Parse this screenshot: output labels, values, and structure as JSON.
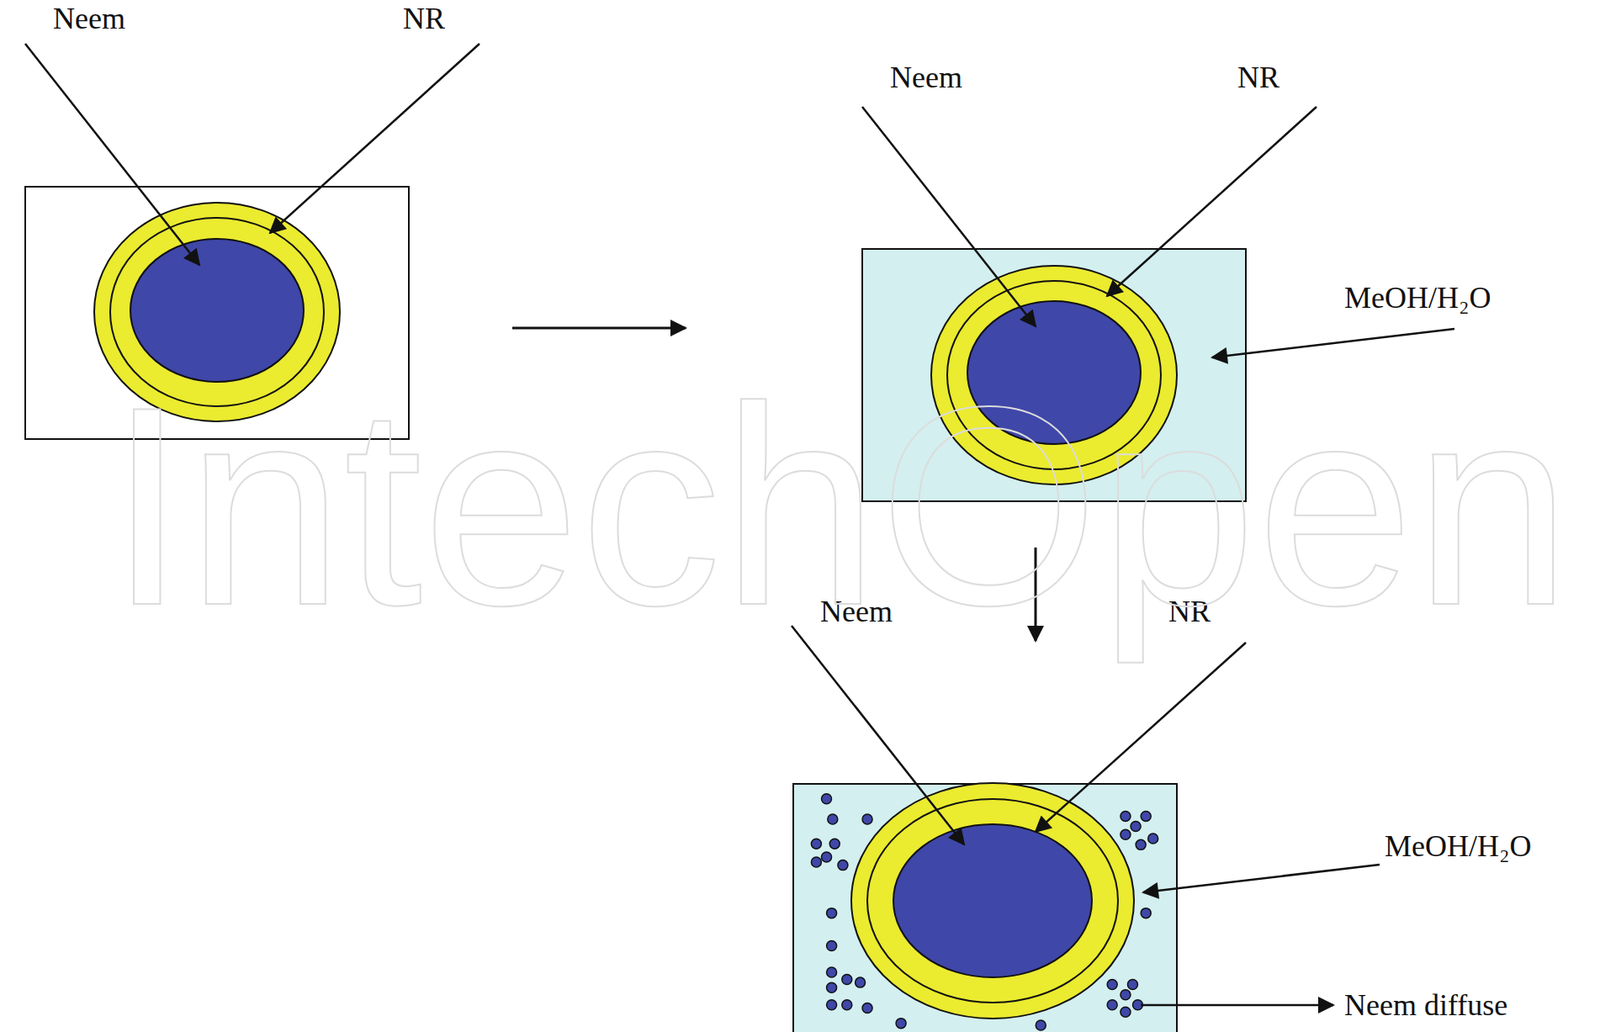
{
  "diagram": {
    "labels": [
      "Neem",
      "NR",
      "Neem",
      "NR",
      "MeOH/H₂O",
      "Neem",
      "NR",
      "MeOH/H₂O",
      "Neem diffuse",
      "IntechOpen"
    ]
  }
}
